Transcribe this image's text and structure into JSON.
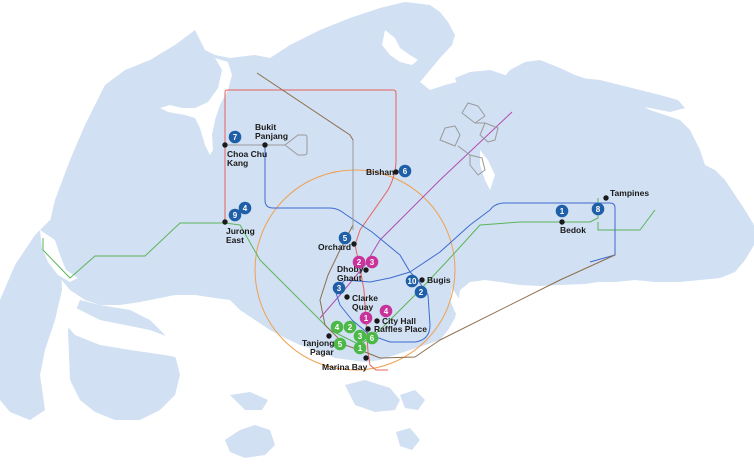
{
  "map": {
    "title": "Singapore MRT attractions map",
    "colors": {
      "land": "#d1e0f2",
      "water": "#ffffff",
      "badge_blue": "#1f5fa8",
      "badge_magenta": "#c8339b",
      "badge_green": "#4cb848",
      "station_dot": "#1a1a1a",
      "line_red": "#e8625a",
      "line_brown": "#8c6f4d",
      "line_green": "#5bb55b",
      "line_blue": "#3d6bd0",
      "line_orange": "#f0a050",
      "line_purple": "#b04fb0",
      "line_grey": "#9a9a9a"
    },
    "stations": [
      {
        "id": "choa-chu-kang",
        "label_lines": [
          "Choa Chu",
          "Kang"
        ]
      },
      {
        "id": "bukit-panjang",
        "label_lines": [
          "Bukit",
          "Panjang"
        ]
      },
      {
        "id": "jurong-east",
        "label_lines": [
          "Jurong",
          "East"
        ]
      },
      {
        "id": "bishan",
        "label_lines": [
          "Bishan"
        ]
      },
      {
        "id": "orchard",
        "label_lines": [
          "Orchard"
        ]
      },
      {
        "id": "dhoby-ghaut",
        "label_lines": [
          "Dhoby",
          "Ghaut"
        ]
      },
      {
        "id": "bugis",
        "label_lines": [
          "Bugis"
        ]
      },
      {
        "id": "clarke-quay",
        "label_lines": [
          "Clarke",
          "Quay"
        ]
      },
      {
        "id": "city-hall",
        "label_lines": [
          "City Hall"
        ]
      },
      {
        "id": "raffles-place",
        "label_lines": [
          "Raffles Place"
        ]
      },
      {
        "id": "tanjong-pagar",
        "label_lines": [
          "Tanjong",
          "Pagar"
        ]
      },
      {
        "id": "marina-bay",
        "label_lines": [
          "Marina Bay"
        ]
      },
      {
        "id": "tampines",
        "label_lines": [
          "Tampines"
        ]
      },
      {
        "id": "bedok",
        "label_lines": [
          "Bedok"
        ]
      }
    ],
    "badges": [
      {
        "num": "7",
        "color": "blue",
        "near": "choa-chu-kang"
      },
      {
        "num": "9",
        "color": "blue",
        "near": "jurong-east"
      },
      {
        "num": "4",
        "color": "blue",
        "near": "jurong-east"
      },
      {
        "num": "6",
        "color": "blue",
        "near": "bishan"
      },
      {
        "num": "5",
        "color": "blue",
        "near": "orchard"
      },
      {
        "num": "2",
        "color": "magenta",
        "near": "dhoby-ghaut"
      },
      {
        "num": "3",
        "color": "magenta",
        "near": "dhoby-ghaut"
      },
      {
        "num": "3",
        "color": "blue",
        "near": "clarke-quay"
      },
      {
        "num": "10",
        "color": "blue",
        "near": "bugis"
      },
      {
        "num": "2",
        "color": "blue",
        "near": "bugis"
      },
      {
        "num": "1",
        "color": "magenta",
        "near": "city-hall"
      },
      {
        "num": "4",
        "color": "magenta",
        "near": "city-hall"
      },
      {
        "num": "4",
        "color": "green",
        "near": "tanjong-pagar"
      },
      {
        "num": "2",
        "color": "green",
        "near": "raffles-place"
      },
      {
        "num": "3",
        "color": "green",
        "near": "raffles-place"
      },
      {
        "num": "6",
        "color": "green",
        "near": "raffles-place"
      },
      {
        "num": "5",
        "color": "green",
        "near": "tanjong-pagar"
      },
      {
        "num": "1",
        "color": "green",
        "near": "marina-bay"
      },
      {
        "num": "1",
        "color": "blue",
        "near": "bedok"
      },
      {
        "num": "8",
        "color": "blue",
        "near": "tampines"
      }
    ]
  }
}
